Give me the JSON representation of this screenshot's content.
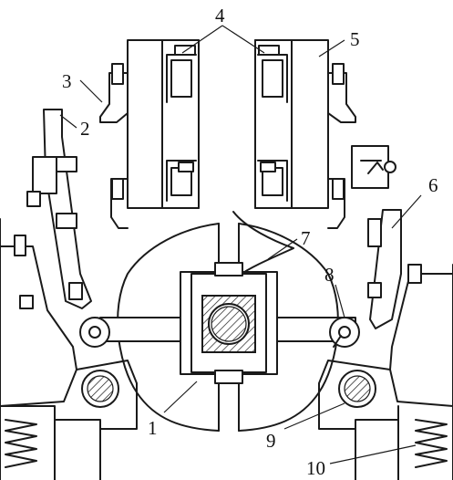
{
  "labels": {
    "l1": "1",
    "l2": "2",
    "l3": "3",
    "l4": "4",
    "l5": "5",
    "l6": "6",
    "l7": "7",
    "l8": "8",
    "l9": "9",
    "l10": "10"
  },
  "colors": {
    "ink": "#1a1a1a",
    "paper": "#ffffff"
  }
}
